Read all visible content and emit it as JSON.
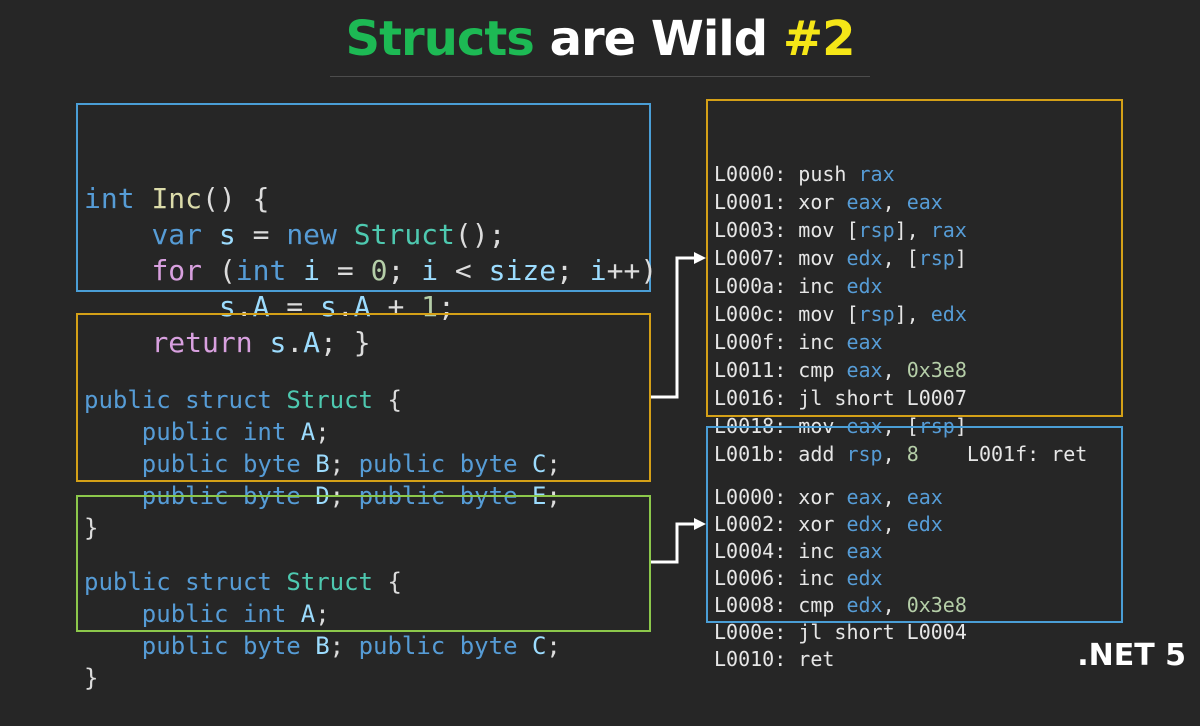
{
  "title": {
    "word1": "Structs",
    "word2": "are Wild",
    "word3": "#2",
    "colors": {
      "word1": "#1db954",
      "word2": "#ffffff",
      "word3": "#f5e617"
    }
  },
  "logo": ".NET 5",
  "colors": {
    "box_blue": "#4a9ed6",
    "box_yellow": "#d4a017",
    "box_green": "#8cc84b",
    "keyword": "#569cd6",
    "control": "#d8a0df",
    "type": "#4ec9b0",
    "function": "#dcdcaa",
    "number": "#b5cea8"
  },
  "inc_method": {
    "lines": [
      [
        [
          "kw",
          "int"
        ],
        [
          "pl",
          " "
        ],
        [
          "fn",
          "Inc"
        ],
        [
          "pl",
          "() {"
        ]
      ],
      [
        [
          "pl",
          "    "
        ],
        [
          "kw",
          "var"
        ],
        [
          "pl",
          " "
        ],
        [
          "var",
          "s"
        ],
        [
          "pl",
          " = "
        ],
        [
          "kw",
          "new"
        ],
        [
          "pl",
          " "
        ],
        [
          "ty",
          "Struct"
        ],
        [
          "pl",
          "();"
        ]
      ],
      [
        [
          "pl",
          "    "
        ],
        [
          "ctrl",
          "for"
        ],
        [
          "pl",
          " ("
        ],
        [
          "kw",
          "int"
        ],
        [
          "pl",
          " "
        ],
        [
          "var",
          "i"
        ],
        [
          "pl",
          " = "
        ],
        [
          "num",
          "0"
        ],
        [
          "pl",
          "; "
        ],
        [
          "var",
          "i"
        ],
        [
          "pl",
          " < "
        ],
        [
          "var",
          "size"
        ],
        [
          "pl",
          "; "
        ],
        [
          "var",
          "i"
        ],
        [
          "pl",
          "++)"
        ]
      ],
      [
        [
          "pl",
          "        "
        ],
        [
          "var",
          "s"
        ],
        [
          "pl",
          "."
        ],
        [
          "var",
          "A"
        ],
        [
          "pl",
          " = "
        ],
        [
          "var",
          "s"
        ],
        [
          "pl",
          "."
        ],
        [
          "var",
          "A"
        ],
        [
          "pl",
          " + "
        ],
        [
          "num",
          "1"
        ],
        [
          "pl",
          ";"
        ]
      ],
      [
        [
          "pl",
          "    "
        ],
        [
          "ctrl",
          "return"
        ],
        [
          "pl",
          " "
        ],
        [
          "var",
          "s"
        ],
        [
          "pl",
          "."
        ],
        [
          "var",
          "A"
        ],
        [
          "pl",
          "; }"
        ]
      ]
    ]
  },
  "struct_a": {
    "lines": [
      [
        [
          "kw",
          "public"
        ],
        [
          "pl",
          " "
        ],
        [
          "kw",
          "struct"
        ],
        [
          "pl",
          " "
        ],
        [
          "ty",
          "Struct"
        ],
        [
          "pl",
          " {"
        ]
      ],
      [
        [
          "pl",
          "    "
        ],
        [
          "kw",
          "public"
        ],
        [
          "pl",
          " "
        ],
        [
          "kw",
          "int"
        ],
        [
          "pl",
          " "
        ],
        [
          "var",
          "A"
        ],
        [
          "pl",
          ";"
        ]
      ],
      [
        [
          "pl",
          "    "
        ],
        [
          "kw",
          "public"
        ],
        [
          "pl",
          " "
        ],
        [
          "kw",
          "byte"
        ],
        [
          "pl",
          " "
        ],
        [
          "var",
          "B"
        ],
        [
          "pl",
          "; "
        ],
        [
          "kw",
          "public"
        ],
        [
          "pl",
          " "
        ],
        [
          "kw",
          "byte"
        ],
        [
          "pl",
          " "
        ],
        [
          "var",
          "C"
        ],
        [
          "pl",
          ";"
        ]
      ],
      [
        [
          "pl",
          "    "
        ],
        [
          "kw",
          "public"
        ],
        [
          "pl",
          " "
        ],
        [
          "kw",
          "byte"
        ],
        [
          "pl",
          " "
        ],
        [
          "var",
          "D"
        ],
        [
          "pl",
          "; "
        ],
        [
          "kw",
          "public"
        ],
        [
          "pl",
          " "
        ],
        [
          "kw",
          "byte"
        ],
        [
          "pl",
          " "
        ],
        [
          "var",
          "E"
        ],
        [
          "pl",
          ";"
        ]
      ],
      [
        [
          "pl",
          "}"
        ]
      ]
    ]
  },
  "struct_b": {
    "lines": [
      [
        [
          "kw",
          "public"
        ],
        [
          "pl",
          " "
        ],
        [
          "kw",
          "struct"
        ],
        [
          "pl",
          " "
        ],
        [
          "ty",
          "Struct"
        ],
        [
          "pl",
          " {"
        ]
      ],
      [
        [
          "pl",
          "    "
        ],
        [
          "kw",
          "public"
        ],
        [
          "pl",
          " "
        ],
        [
          "kw",
          "int"
        ],
        [
          "pl",
          " "
        ],
        [
          "var",
          "A"
        ],
        [
          "pl",
          ";"
        ]
      ],
      [
        [
          "pl",
          "    "
        ],
        [
          "kw",
          "public"
        ],
        [
          "pl",
          " "
        ],
        [
          "kw",
          "byte"
        ],
        [
          "pl",
          " "
        ],
        [
          "var",
          "B"
        ],
        [
          "pl",
          "; "
        ],
        [
          "kw",
          "public"
        ],
        [
          "pl",
          " "
        ],
        [
          "kw",
          "byte"
        ],
        [
          "pl",
          " "
        ],
        [
          "var",
          "C"
        ],
        [
          "pl",
          ";"
        ]
      ],
      [
        [
          "pl",
          "}"
        ]
      ]
    ]
  },
  "asm_a": {
    "lines": [
      [
        [
          "lbl",
          "L0000: "
        ],
        [
          "op",
          "push "
        ],
        [
          "reg",
          "rax"
        ]
      ],
      [
        [
          "lbl",
          "L0001: "
        ],
        [
          "op",
          "xor "
        ],
        [
          "reg",
          "eax"
        ],
        [
          "op",
          ", "
        ],
        [
          "reg",
          "eax"
        ]
      ],
      [
        [
          "lbl",
          "L0003: "
        ],
        [
          "op",
          "mov ["
        ],
        [
          "reg",
          "rsp"
        ],
        [
          "op",
          "], "
        ],
        [
          "reg",
          "rax"
        ]
      ],
      [
        [
          "lbl",
          "L0007: "
        ],
        [
          "op",
          "mov "
        ],
        [
          "reg",
          "edx"
        ],
        [
          "op",
          ", ["
        ],
        [
          "reg",
          "rsp"
        ],
        [
          "op",
          "]"
        ]
      ],
      [
        [
          "lbl",
          "L000a: "
        ],
        [
          "op",
          "inc "
        ],
        [
          "reg",
          "edx"
        ]
      ],
      [
        [
          "lbl",
          "L000c: "
        ],
        [
          "op",
          "mov ["
        ],
        [
          "reg",
          "rsp"
        ],
        [
          "op",
          "], "
        ],
        [
          "reg",
          "edx"
        ]
      ],
      [
        [
          "lbl",
          "L000f: "
        ],
        [
          "op",
          "inc "
        ],
        [
          "reg",
          "eax"
        ]
      ],
      [
        [
          "lbl",
          "L0011: "
        ],
        [
          "op",
          "cmp "
        ],
        [
          "reg",
          "eax"
        ],
        [
          "op",
          ", "
        ],
        [
          "hex",
          "0x3e8"
        ]
      ],
      [
        [
          "lbl",
          "L0016: "
        ],
        [
          "op",
          "jl short L0007"
        ]
      ],
      [
        [
          "lbl",
          "L0018: "
        ],
        [
          "op",
          "mov "
        ],
        [
          "reg",
          "eax"
        ],
        [
          "op",
          ", ["
        ],
        [
          "reg",
          "rsp"
        ],
        [
          "op",
          "]"
        ]
      ],
      [
        [
          "lbl",
          "L001b: "
        ],
        [
          "op",
          "add "
        ],
        [
          "reg",
          "rsp"
        ],
        [
          "op",
          ", "
        ],
        [
          "hex",
          "8"
        ],
        [
          "op",
          "    "
        ],
        [
          "lbl",
          "L001f: "
        ],
        [
          "op",
          "ret"
        ]
      ]
    ]
  },
  "asm_b": {
    "lines": [
      [
        [
          "lbl",
          "L0000: "
        ],
        [
          "op",
          "xor "
        ],
        [
          "reg",
          "eax"
        ],
        [
          "op",
          ", "
        ],
        [
          "reg",
          "eax"
        ]
      ],
      [
        [
          "lbl",
          "L0002: "
        ],
        [
          "op",
          "xor "
        ],
        [
          "reg",
          "edx"
        ],
        [
          "op",
          ", "
        ],
        [
          "reg",
          "edx"
        ]
      ],
      [
        [
          "lbl",
          "L0004: "
        ],
        [
          "op",
          "inc "
        ],
        [
          "reg",
          "eax"
        ]
      ],
      [
        [
          "lbl",
          "L0006: "
        ],
        [
          "op",
          "inc "
        ],
        [
          "reg",
          "edx"
        ]
      ],
      [
        [
          "lbl",
          "L0008: "
        ],
        [
          "op",
          "cmp "
        ],
        [
          "reg",
          "edx"
        ],
        [
          "op",
          ", "
        ],
        [
          "hex",
          "0x3e8"
        ]
      ],
      [
        [
          "lbl",
          "L000e: "
        ],
        [
          "op",
          "jl short L0004"
        ]
      ],
      [
        [
          "lbl",
          "L0010: "
        ],
        [
          "op",
          "ret"
        ]
      ]
    ]
  }
}
